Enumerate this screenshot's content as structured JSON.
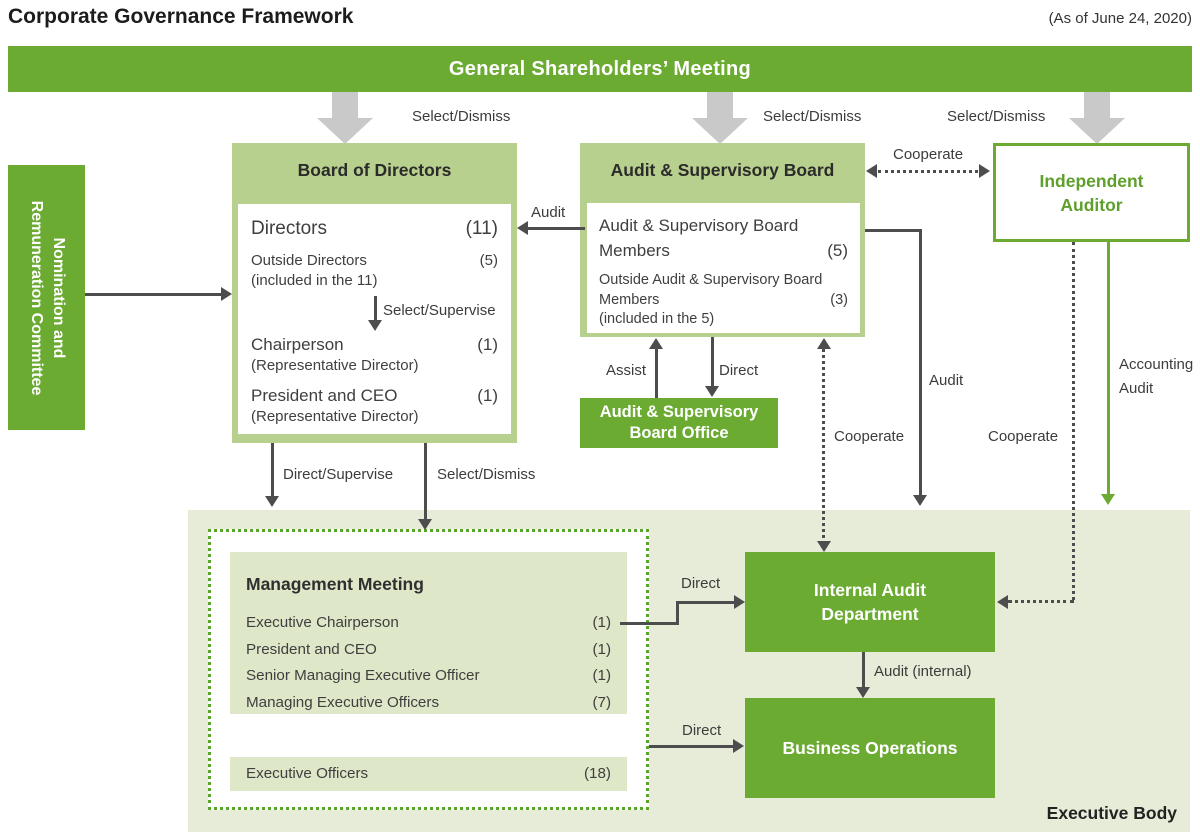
{
  "header": {
    "title": "Corporate Governance Framework",
    "date_note": "(As of June 24, 2020)"
  },
  "banner": {
    "label": "General Shareholders’ Meeting"
  },
  "nomination_committee": {
    "line1": "Nomination and",
    "line2": "Remuneration Committee"
  },
  "board_of_directors": {
    "title": "Board of Directors",
    "directors": {
      "label": "Directors",
      "count": "(11)"
    },
    "outside_directors": {
      "label": "Outside Directors",
      "count": "(5)",
      "note": "(included in the 11)"
    },
    "chairperson": {
      "label": "Chairperson",
      "count": "(1)",
      "note": "(Representative Director)"
    },
    "president": {
      "label": "President and CEO",
      "count": "(1)",
      "note": "(Representative Director)"
    }
  },
  "audit_supervisory_board": {
    "title": "Audit & Supervisory Board",
    "members": {
      "label": "Audit & Supervisory Board Members",
      "count": "(5)"
    },
    "outside_members": {
      "label": "Outside Audit & Supervisory Board Members",
      "count": "(3)",
      "note": "(included in the 5)"
    }
  },
  "independent_auditor": {
    "title": "Independent Auditor"
  },
  "audit_office": {
    "title": "Audit & Supervisory Board Office"
  },
  "executive_body": {
    "label": "Executive Body",
    "management_meeting": {
      "title": "Management Meeting",
      "rows": [
        {
          "label": "Executive Chairperson",
          "count": "(1)"
        },
        {
          "label": "President and CEO",
          "count": "(1)"
        },
        {
          "label": "Senior Managing Executive Officer",
          "count": "(1)"
        },
        {
          "label": "Managing Executive Officers",
          "count": "(7)"
        }
      ]
    },
    "executive_officers": {
      "label": "Executive Officers",
      "count": "(18)"
    },
    "internal_audit": {
      "title": "Internal Audit Department"
    },
    "business_operations": {
      "title": "Business Operations"
    }
  },
  "arrow_labels": {
    "select_dismiss": "Select/Dismiss",
    "select_supervise": "Select/Supervise",
    "direct_supervise": "Direct/Supervise",
    "audit": "Audit",
    "assist": "Assist",
    "direct": "Direct",
    "cooperate": "Cooperate",
    "accounting_audit": "Accounting Audit",
    "audit_internal": "Audit (internal)"
  },
  "colors": {
    "green": "#6bab31",
    "light_green": "#b8d08d",
    "pale_green": "#e6ecd8",
    "soft_green": "#dee7c8",
    "line_dark": "#4d4d4d",
    "gray_arrow": "#c9c9c9"
  }
}
